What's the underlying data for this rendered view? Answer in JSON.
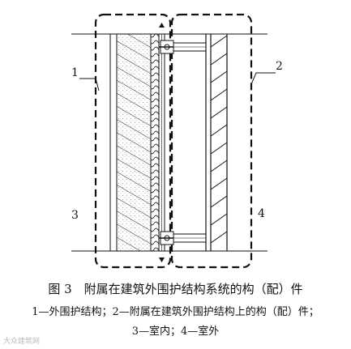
{
  "labels": {
    "n1": "1",
    "n2": "2",
    "n3": "3",
    "n4": "4"
  },
  "caption": {
    "title": "图 3　附属在建筑外围护结构系统的构（配）件",
    "line1": "1—外围护结构；2—附属在建筑外围护结构上的构（配）件；",
    "line2": "3—室内；4—室外"
  },
  "watermark": "大众建筑网",
  "colors": {
    "line": "#111111",
    "background": "#ffffff"
  }
}
